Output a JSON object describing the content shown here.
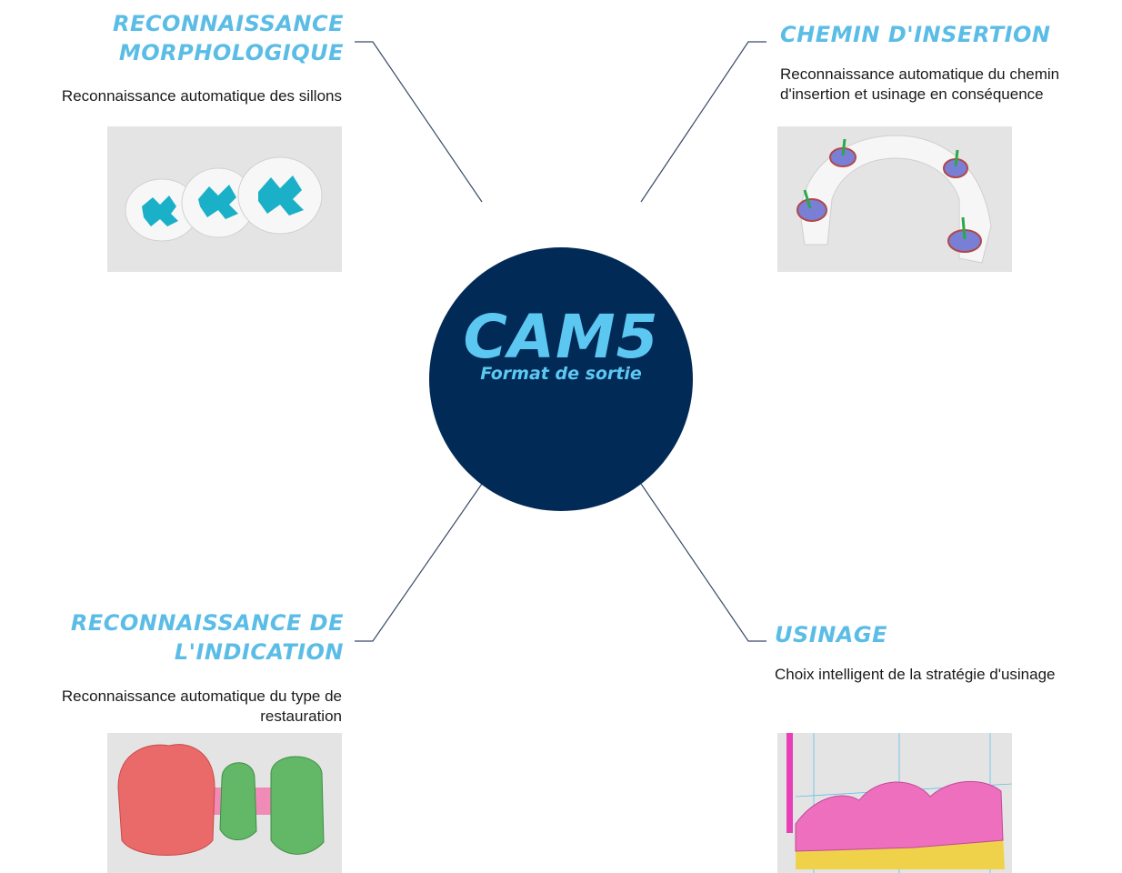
{
  "hub": {
    "title": "CAM5",
    "subtitle": "Format de sortie",
    "color": "#022a56",
    "text_color": "#5cc8f2"
  },
  "accent_color": "#5bbde6",
  "features": {
    "morphology": {
      "heading_line1": "RECONNAISSANCE",
      "heading_line2": "MORPHOLOGIQUE",
      "description": "Reconnaissance automatique des sillons",
      "image_icon": "tooth-fissures-image"
    },
    "insertion": {
      "heading": "CHEMIN D'INSERTION",
      "description_line1": "Reconnaissance automatique du chemin",
      "description_line2": "d'insertion et usinage en conséquence",
      "image_icon": "dental-arch-insertion-image"
    },
    "indication": {
      "heading_line1": "RECONNAISSANCE DE",
      "heading_line2": "L'INDICATION",
      "description_line1": "Reconnaissance automatique du type de",
      "description_line2": "restauration",
      "image_icon": "bridge-restoration-image"
    },
    "machining": {
      "heading": "USINAGE",
      "description": "Choix intelligent de la stratégie d'usinage",
      "image_icon": "milling-toolpath-image"
    }
  }
}
